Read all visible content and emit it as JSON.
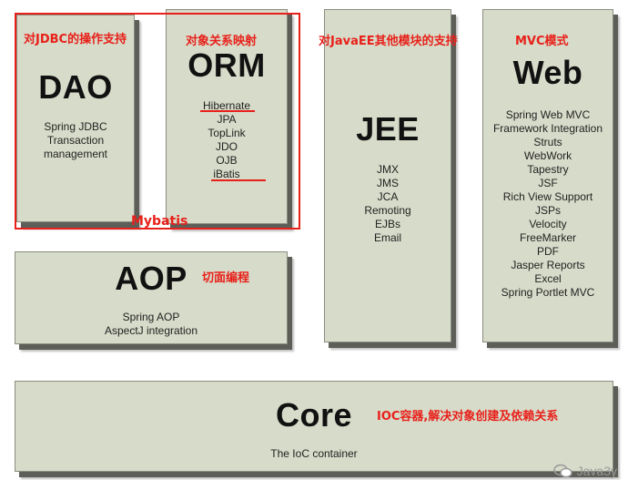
{
  "modules": {
    "dao": {
      "title": "DAO",
      "items": [
        "Spring JDBC",
        "Transaction",
        "management"
      ]
    },
    "orm": {
      "title": "ORM",
      "items": [
        "Hibernate",
        "JPA",
        "TopLink",
        "JDO",
        "OJB",
        "iBatis"
      ]
    },
    "jee": {
      "title": "JEE",
      "items": [
        "JMX",
        "JMS",
        "JCA",
        "Remoting",
        "EJBs",
        "Email"
      ]
    },
    "web": {
      "title": "Web",
      "items": [
        "Spring Web MVC",
        "Framework Integration",
        "Struts",
        "WebWork",
        "Tapestry",
        "JSF",
        "Rich View Support",
        "JSPs",
        "Velocity",
        "FreeMarker",
        "PDF",
        "Jasper Reports",
        "Excel",
        "Spring Portlet MVC"
      ]
    },
    "aop": {
      "title": "AOP",
      "items": [
        "Spring AOP",
        "AspectJ integration"
      ]
    },
    "core": {
      "title": "Core",
      "items": [
        "The IoC container"
      ]
    }
  },
  "annotations": {
    "dao": "对JDBC的操作支持",
    "orm": "对象关系映射",
    "jee": "对JavaEE其他模块的支持",
    "web": "MVC模式",
    "aop": "切面编程",
    "core": "IOC容器,解决对象创建及依赖关系",
    "mybatis": "Mybatis"
  },
  "watermark": "Java3y",
  "colors": {
    "box_fill": "#d7dbc9",
    "annotation": "#e8201a"
  }
}
